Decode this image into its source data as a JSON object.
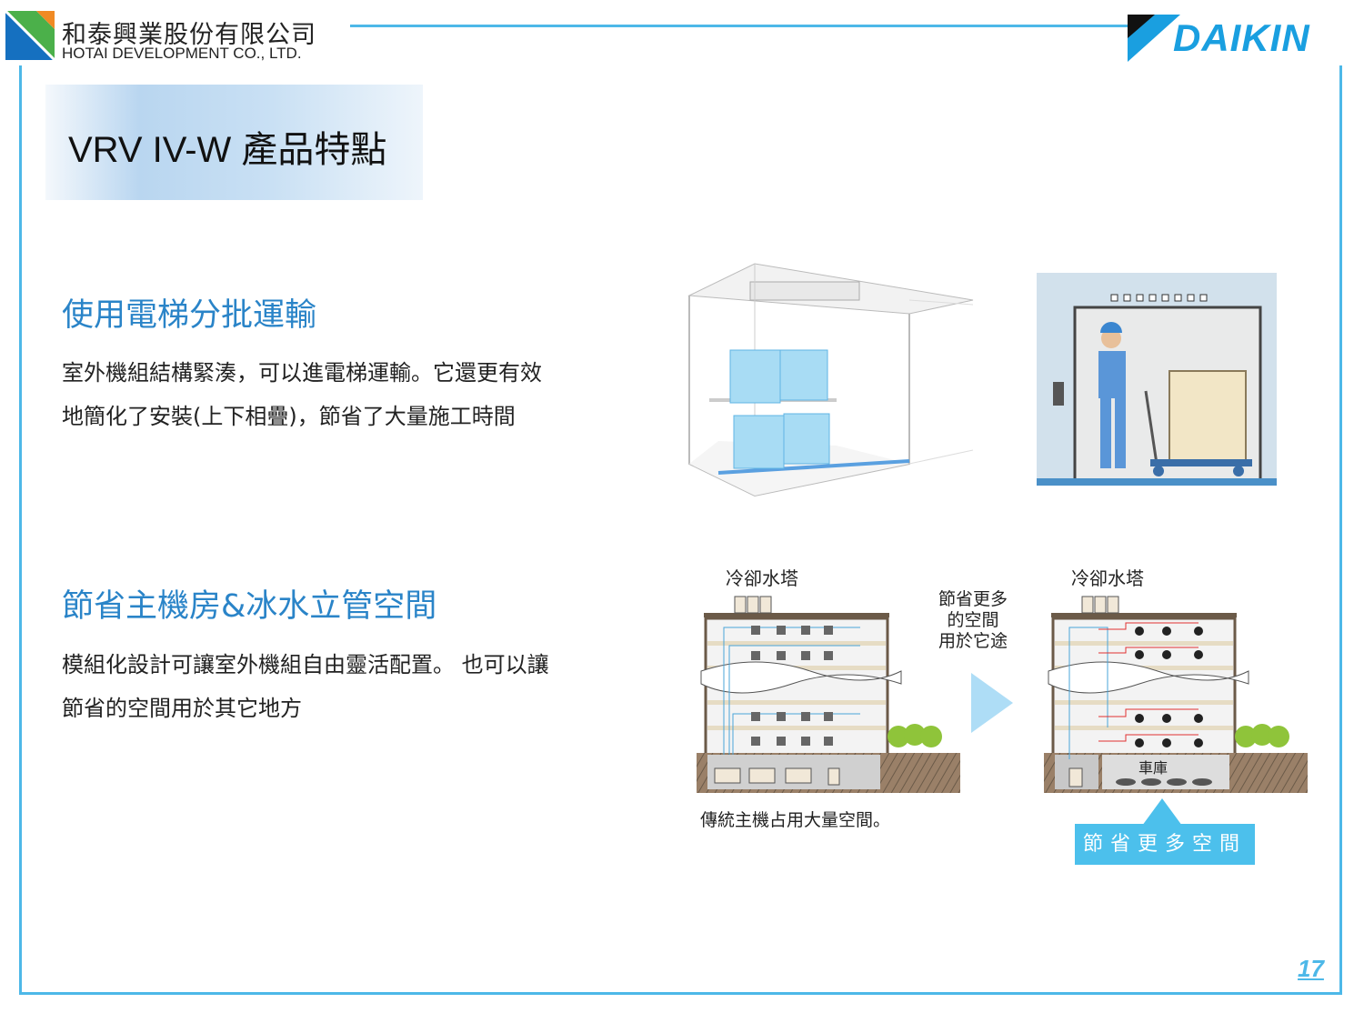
{
  "header": {
    "company_cn": "和泰興業股份有限公司",
    "company_en": "HOTAI DEVELOPMENT CO., LTD.",
    "brand": "DAIKIN"
  },
  "title": "VRV IV-W 產品特點",
  "sections": [
    {
      "heading": "使用電梯分批運輸",
      "lines": [
        "室外機組結構緊湊，可以進電梯運輸。它還更有效",
        "地簡化了安裝(上下相疊)，節省了大量施工時間"
      ]
    },
    {
      "heading": "節省主機房&冰水立管空間",
      "lines": [
        "模組化設計可讓室外機組自由靈活配置。 也可以讓",
        "節省的空間用於其它地方"
      ]
    }
  ],
  "diagram": {
    "left_label": "冷卻水塔",
    "right_label": "冷卻水塔",
    "middle_lines": [
      "節省更多",
      "的空間",
      "用於它途"
    ],
    "garage": "車庫",
    "caption": "傳統主機占用大量空間。",
    "badge": "節省更多空間"
  },
  "page_number": "17",
  "colors": {
    "accent": "#4db8e8",
    "heading": "#2a84c8"
  }
}
